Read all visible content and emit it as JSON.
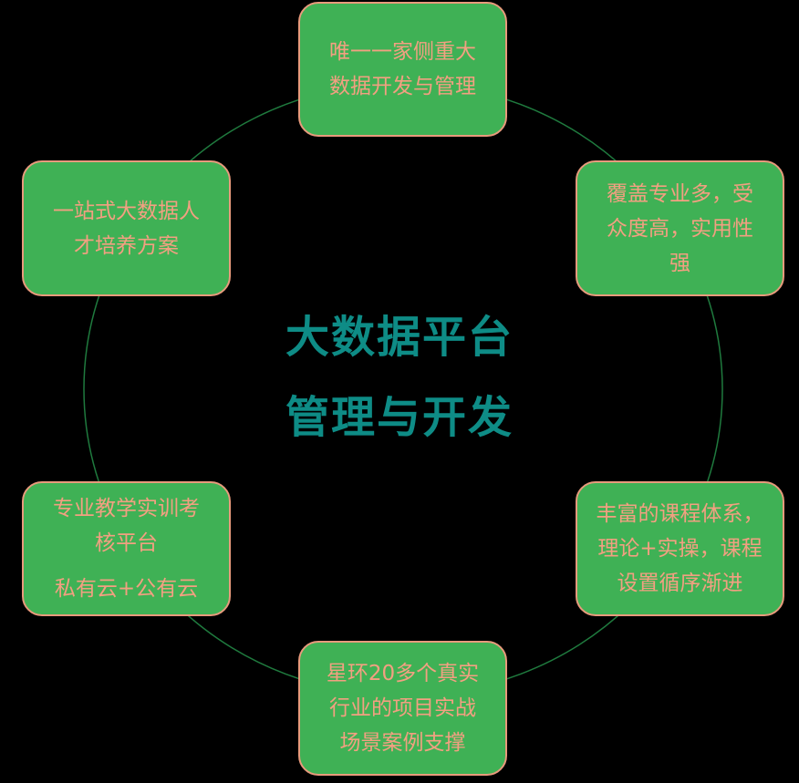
{
  "diagram": {
    "center": {
      "line1": "大数据平台",
      "line2": "管理与开发"
    },
    "nodes": {
      "top": [
        "唯一一家侧重大",
        "数据开发与管理"
      ],
      "upper_right": [
        "覆盖专业多，受",
        "众度高，实用性",
        "强"
      ],
      "lower_right": [
        "丰富的课程体系，",
        "理论+实操，课程",
        "设置循序渐进"
      ],
      "bottom": [
        "星环20多个真实",
        "行业的项目实战",
        "场景案例支撑"
      ],
      "lower_left": [
        "专业教学实训考",
        "核平台",
        "私有云+公有云"
      ],
      "upper_left": [
        "一站式大数据人",
        "才培养方案"
      ]
    },
    "colors": {
      "background": "#000000",
      "node_fill": "#3fb155",
      "node_border": "#e89a7c",
      "node_text": "#f2a081",
      "center_text": "#0e8c86",
      "ring": "#1f7a3e"
    }
  }
}
